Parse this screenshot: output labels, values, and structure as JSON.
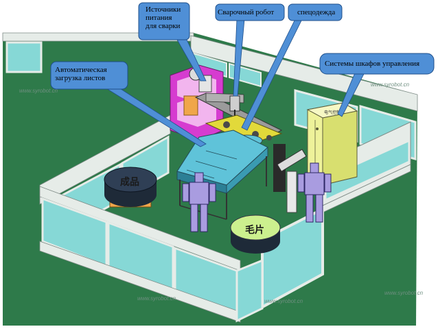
{
  "labels": {
    "power": "Источники\nпитания\nдля сварки",
    "robot": "Сварочный робот",
    "fixture": "спецодежда",
    "cabinet": "Системы шкафов управления",
    "autoload": "Автоматическая\nзагрузка листов"
  },
  "table_left_text": "成品",
  "table_right_text": "毛片",
  "cabinet_text": "电气控制柜",
  "watermark": "www.syrobot.cn",
  "colors": {
    "floor": "#2e7a4a",
    "fence_frame": "#e6ece8",
    "glass": "#86d8d6",
    "callout": "#4f8fd6",
    "cabinet": "#eef29a",
    "magenta_rack": "#d63cd0",
    "conveyor": "#5fc3d9",
    "workcell_yellow": "#e2d93a",
    "operator": "#a99ce0",
    "table_left": "#2f3f55",
    "table_right": "#ccf08e"
  }
}
